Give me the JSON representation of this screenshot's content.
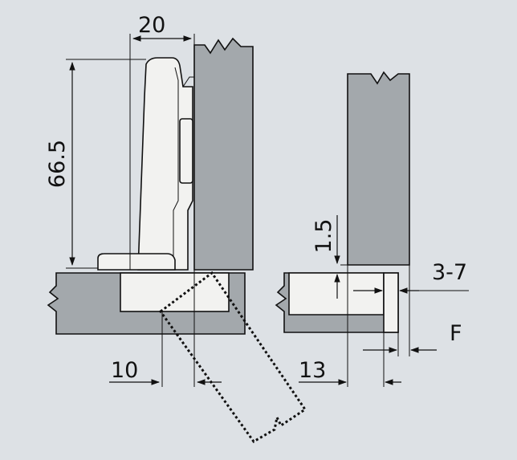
{
  "colors": {
    "background": "#dde1e5",
    "panel": "#a3a8ac",
    "hinge": "#f2f2f0",
    "stroke": "#111111"
  },
  "dimensions": {
    "width_20": "20",
    "height_66_5": "66.5",
    "gap_10": "10",
    "offset_1_5": "1.5",
    "range_3_7": "3-7",
    "distance_13": "13",
    "overlay_f": "F"
  }
}
